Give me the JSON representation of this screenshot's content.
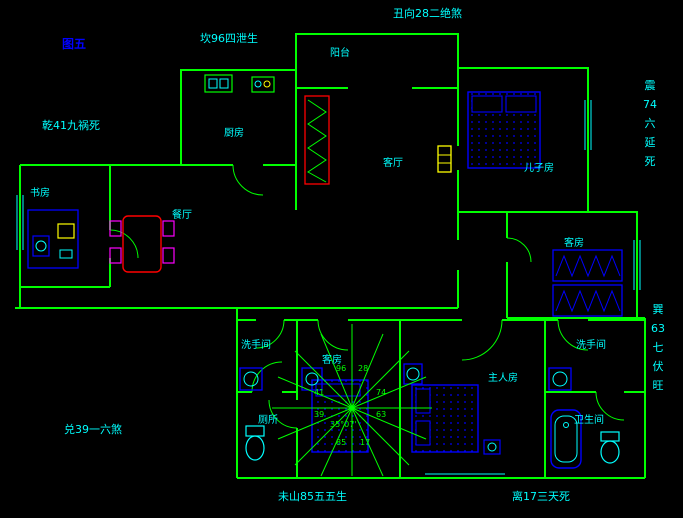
{
  "title": {
    "figure_label": "图五"
  },
  "annotations": {
    "top": "丑向28二绝煞",
    "north": "坎96四泄生",
    "northwest": "乾41九祸死",
    "east_vertical": "震\n74\n六\n延\n死",
    "southeast_vertical": "巽\n63\n七\n伏\n旺",
    "west": "兑39一六煞",
    "south_left": "未山85五五生",
    "south_right": "离17三天死"
  },
  "rooms": {
    "balcony": "阳台",
    "kitchen": "厨房",
    "living_room": "客厅",
    "son_room": "儿子房",
    "study": "书房",
    "dining_room": "餐厅",
    "guest_room_east": "客房",
    "bathroom_west": "洗手间",
    "guest_room_south": "客房",
    "master_room": "主人房",
    "bathroom_east": "洗手间",
    "toilet": "厕所",
    "bathroom_southeast": "卫生间"
  },
  "compass": {
    "deg": "35°07'",
    "n": "96",
    "nne": "28",
    "e": "74",
    "se": "63",
    "s": "17",
    "ssw": "85",
    "w": "39",
    "nw": "41"
  },
  "colors": {
    "background": "#000000",
    "wall": "#00ff00",
    "label": "#00ffff",
    "figure_title": "#0000ff",
    "furniture": "#0000ff",
    "table_red": "#ff0000",
    "chair_magenta": "#ff00ff",
    "door_yellow": "#ffff00"
  }
}
